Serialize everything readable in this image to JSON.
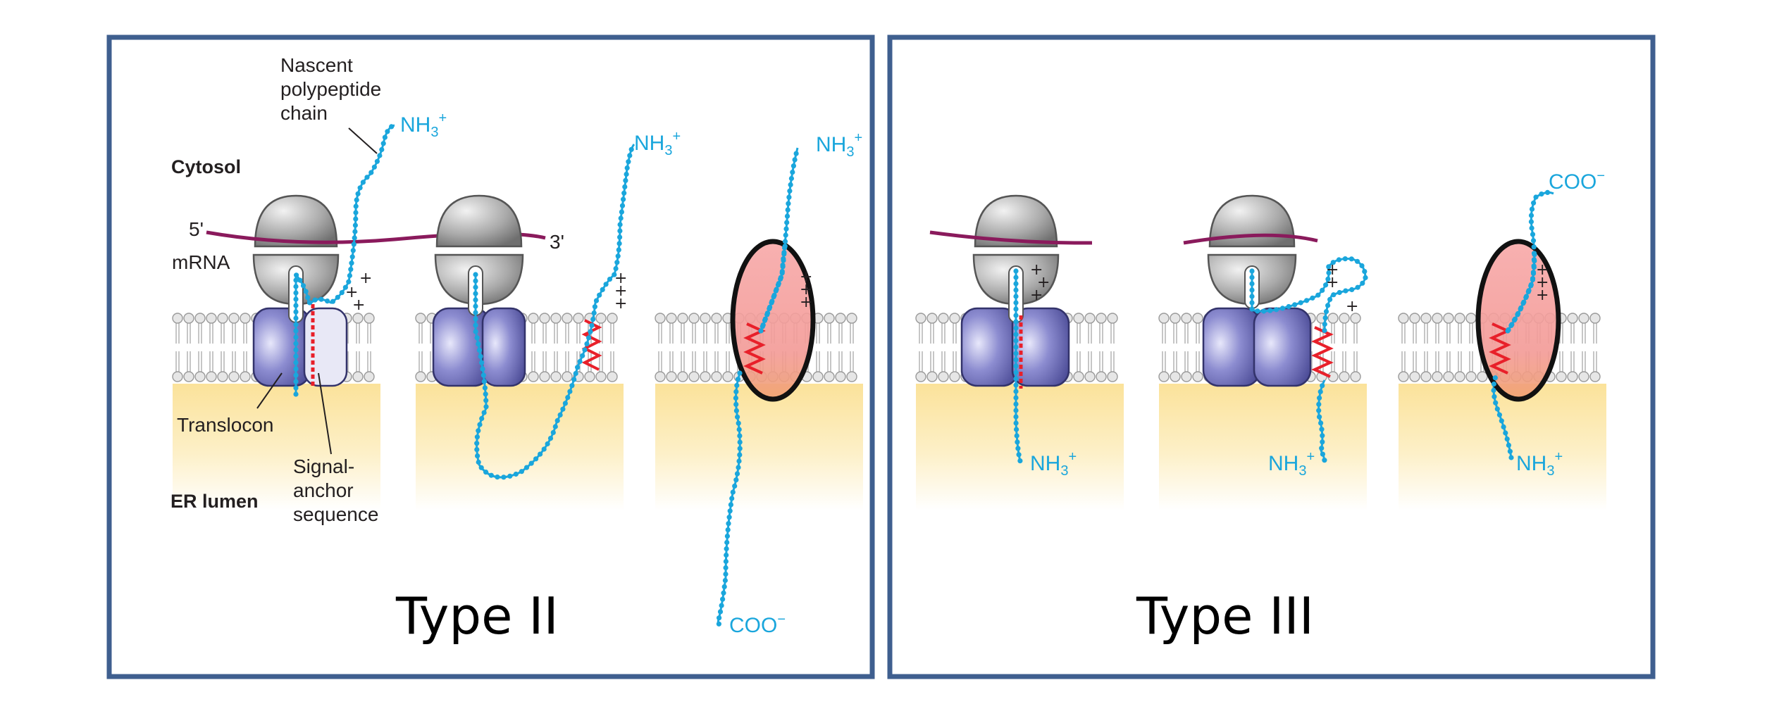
{
  "panels": [
    {
      "title": "Type II"
    },
    {
      "title": "Type III"
    }
  ],
  "labels": {
    "nascent": [
      "Nascent",
      "polypeptide",
      "chain"
    ],
    "cytosol": "Cytosol",
    "five_prime": "5'",
    "three_prime": "3'",
    "mrna": "mRNA",
    "translocon": "Translocon",
    "signal_anchor": [
      "Signal-",
      "anchor",
      "sequence"
    ],
    "er_lumen": "ER lumen"
  },
  "termini": {
    "n_base": "NH",
    "n_sub": "3",
    "n_sup": "+",
    "c_text": "COO",
    "c_sup": "−"
  },
  "charge": "+",
  "colors": {
    "frame": "#3f5f8f",
    "chain": "#1aa6dc",
    "signal_anchor": "#e8202a",
    "mrna": "#8a1a5c",
    "lumen": "#fbe7a6",
    "translocon": "#6f6fb8",
    "ribosome": "#9a9a9a",
    "highlight_fill": "#f4a0a0"
  }
}
